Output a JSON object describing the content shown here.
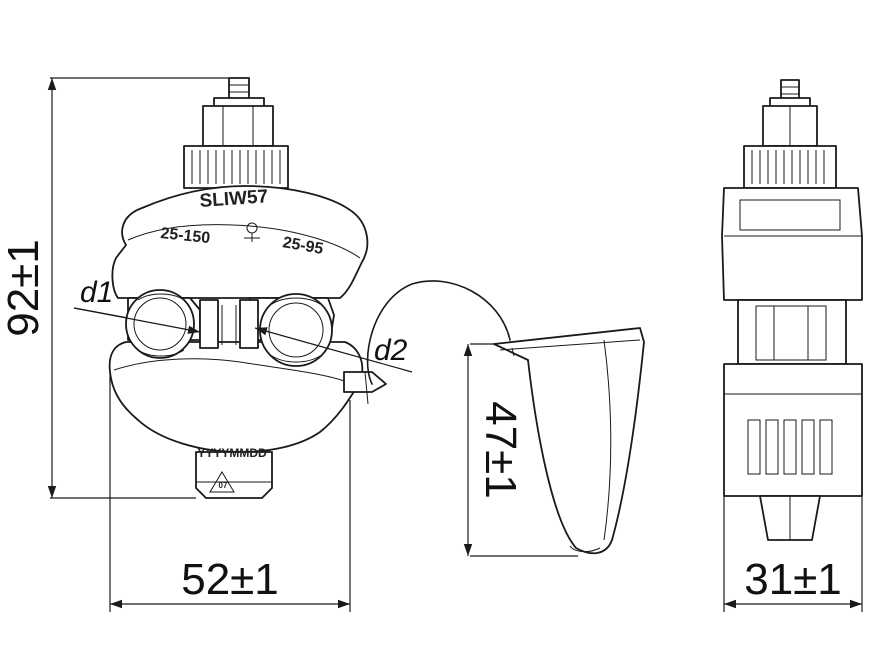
{
  "product": {
    "model": "SLIW57",
    "range_main": "25-150",
    "range_branch": "25-95",
    "date_code": "YYYYMMDD",
    "recycle_code": "07"
  },
  "dimensions": {
    "height": "92±1",
    "width": "52±1",
    "depth": "31±1",
    "cap_height": "47±1"
  },
  "labels": {
    "d1": "d1",
    "d2": "d2"
  }
}
